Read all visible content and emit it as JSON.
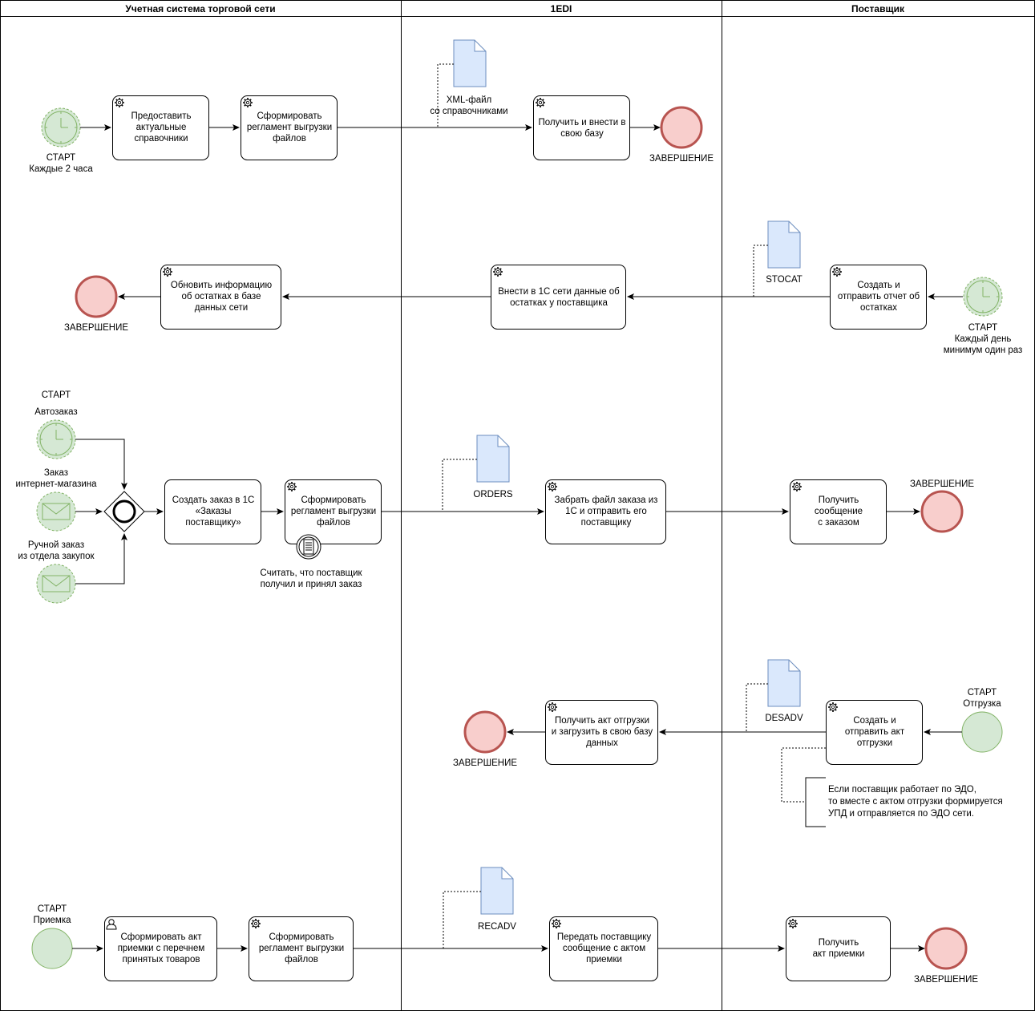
{
  "lanes": {
    "retail": "Учетная система торговой сети",
    "edi": "1EDI",
    "supplier": "Поставщик"
  },
  "colors": {
    "start_fill": "#d5e8d4",
    "start_stroke": "#82b366",
    "end_fill": "#f8cecc",
    "end_stroke": "#b85450",
    "doc_fill": "#dae8fc",
    "doc_stroke": "#6c8ebf"
  },
  "row1": {
    "start_label": "СТАРТ\nКаждые 2 часа",
    "task1": "Предоставить\nактуальные\nсправочники",
    "task2": "Сформировать\nрегламент выгрузки\nфайлов",
    "doc_label": "XML-файл\nсо справочниками",
    "task3": "Получить и внести в\nсвою базу",
    "end_label": "ЗАВЕРШЕНИЕ"
  },
  "row2": {
    "end_label": "ЗАВЕРШЕНИЕ",
    "task1": "Обновить информацию\nоб остатках в базе\nданных сети",
    "task2": "Внести в 1С сети данные об\nостатках у поставщика",
    "doc_label": "STOCAT",
    "task3": "Создать и\nотправить отчет об\nостатках",
    "start_label": "СТАРТ\nКаждый день\nминимум один раз"
  },
  "row3": {
    "start_title": "СТАРТ",
    "start1_label": "Автозаказ",
    "start2_label": "Заказ\nинтернет-магазина",
    "start3_label": "Ручной заказ\nиз отдела закупок",
    "task1": "Создать заказ в 1С\n«Заказы\nпоставщику»",
    "task2": "Сформировать\nрегламент выгрузки\nфайлов",
    "boundary_label": "Считать, что поставщик\nполучил и принял заказ",
    "doc_label": "ORDERS",
    "task3": "Забрать файл заказа из\n1С и отправить его\nпоставщику",
    "task4": "Получить\nсообщение\nс заказом",
    "end_label": "ЗАВЕРШЕНИЕ"
  },
  "row4": {
    "end_label": "ЗАВЕРШЕНИЕ",
    "task1": "Получить акт отгрузки\nи загрузить в свою базу\nданных",
    "doc_label": "DESADV",
    "task2": "Создать и\nотправить акт\nотгрузки",
    "start_label": "СТАРТ\nОтгрузка",
    "note": "Если поставщик работает по ЭДО,\nто вместе с актом отгрузки формируется\nУПД и отправляется по ЭДО сети."
  },
  "row5": {
    "start_label": "СТАРТ\nПриемка",
    "task1": "Сформировать акт\nприемки с перечнем\nпринятых товаров",
    "task2": "Сформировать\nрегламент выгрузки\nфайлов",
    "doc_label": "RECADV",
    "task3": "Передать поставщику\nсообщение с актом\nприемки",
    "task4": "Получить\nакт приемки",
    "end_label": "ЗАВЕРШЕНИЕ"
  }
}
